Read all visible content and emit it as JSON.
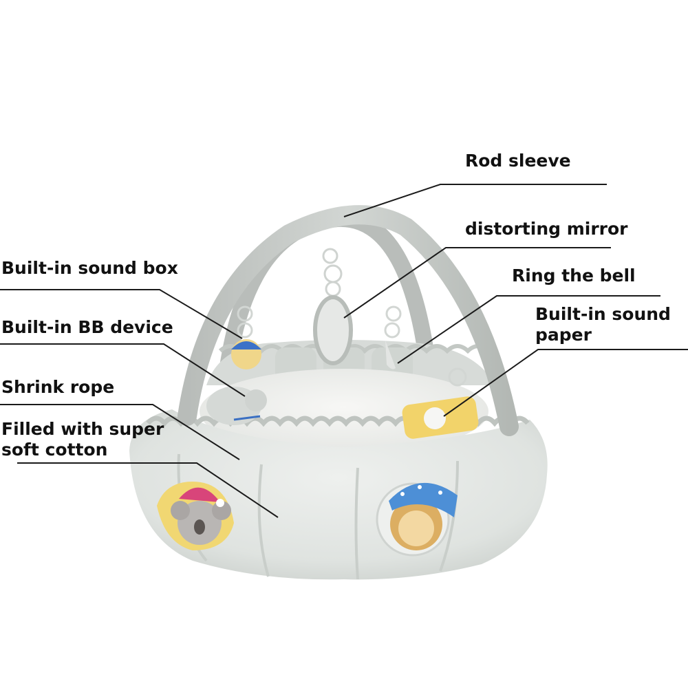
{
  "callouts": {
    "rod_sleeve": "Rod sleeve",
    "distorting_mirror": "distorting mirror",
    "ring_the_bell": "Ring the bell",
    "sound_paper": [
      "Built-in sound",
      "paper"
    ],
    "sound_box": "Built-in sound box",
    "bb_device": "Built-in BB device",
    "shrink_rope": "Shrink rope",
    "cotton_fill": [
      "Filled with super",
      "soft cotton"
    ]
  },
  "colors": {
    "background": "#ffffff",
    "fabric": "#dfe3e0",
    "fabric_shadow": "#c7ccc8",
    "arch": "#c4c8c5",
    "mattress": "#f1f1ee",
    "label_text": "#111111",
    "leader_line": "#1a1a1a"
  }
}
